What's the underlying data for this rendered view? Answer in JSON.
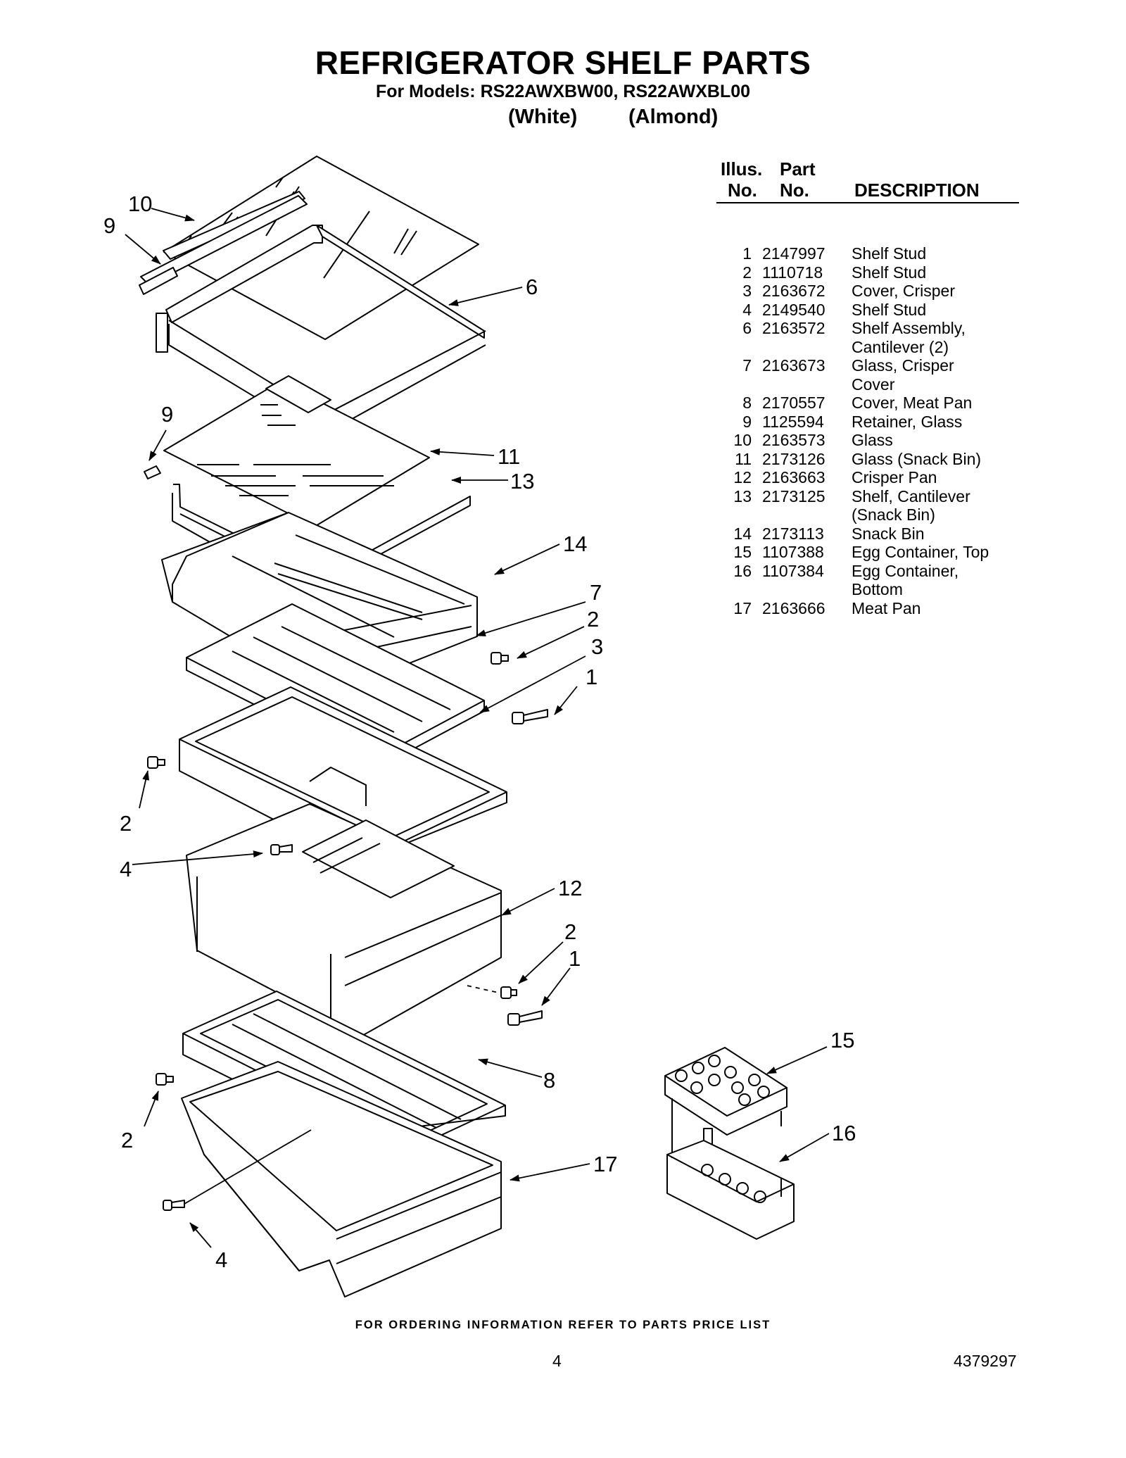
{
  "header": {
    "title": "REFRIGERATOR SHELF PARTS",
    "models": "For Models: RS22AWXBW00, RS22AWXBL00",
    "variant_white": "(White)",
    "variant_almond": "(Almond)"
  },
  "parts_table": {
    "col_illus_1": "Illus.",
    "col_illus_2": "No.",
    "col_part_1": "Part",
    "col_part_2": "No.",
    "col_desc": "DESCRIPTION",
    "rows": [
      {
        "no": "1",
        "part": "2147997",
        "desc": "Shelf Stud"
      },
      {
        "no": "2",
        "part": "1110718",
        "desc": "Shelf Stud"
      },
      {
        "no": "3",
        "part": "2163672",
        "desc": "Cover, Crisper"
      },
      {
        "no": "4",
        "part": "2149540",
        "desc": "Shelf Stud"
      },
      {
        "no": "6",
        "part": "2163572",
        "desc": "Shelf Assembly,\nCantilever (2)"
      },
      {
        "no": "7",
        "part": "2163673",
        "desc": "Glass, Crisper\nCover"
      },
      {
        "no": "8",
        "part": "2170557",
        "desc": "Cover, Meat Pan"
      },
      {
        "no": "9",
        "part": "1125594",
        "desc": "Retainer, Glass"
      },
      {
        "no": "10",
        "part": "2163573",
        "desc": "Glass"
      },
      {
        "no": "11",
        "part": "2173126",
        "desc": "Glass (Snack Bin)"
      },
      {
        "no": "12",
        "part": "2163663",
        "desc": "Crisper Pan"
      },
      {
        "no": "13",
        "part": "2173125",
        "desc": "Shelf, Cantilever\n(Snack Bin)"
      },
      {
        "no": "14",
        "part": "2173113",
        "desc": "Snack Bin"
      },
      {
        "no": "15",
        "part": "1107388",
        "desc": "Egg Container, Top"
      },
      {
        "no": "16",
        "part": "1107384",
        "desc": "Egg Container,\nBottom"
      },
      {
        "no": "17",
        "part": "2163666",
        "desc": "Meat Pan"
      }
    ]
  },
  "diagram": {
    "callouts": [
      "10",
      "9",
      "6",
      "9",
      "11",
      "13",
      "14",
      "7",
      "2",
      "3",
      "1",
      "2",
      "4",
      "12",
      "2",
      "1",
      "8",
      "2",
      "17",
      "4",
      "15",
      "16"
    ]
  },
  "footer": {
    "ordering": "FOR ORDERING INFORMATION REFER TO PARTS PRICE LIST",
    "page_number": "4",
    "document_number": "4379297"
  }
}
